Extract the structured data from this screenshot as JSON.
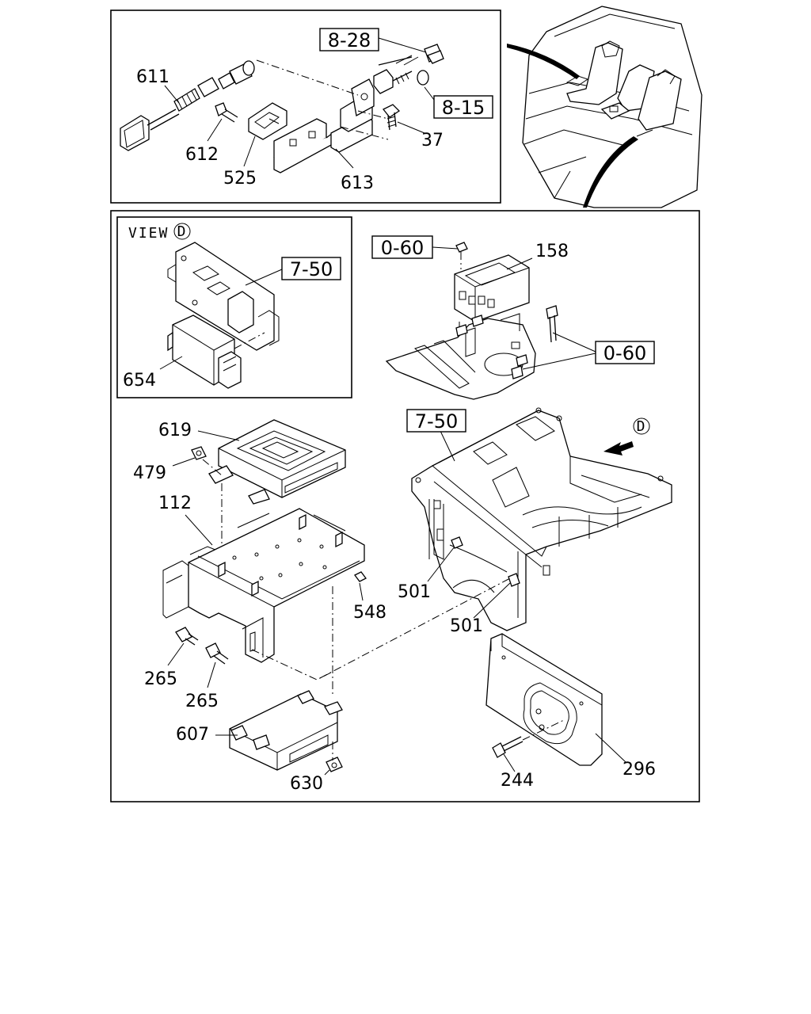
{
  "view_label": "VIEW",
  "view_marker": "D",
  "direction_marker": "D",
  "ref_boxes": {
    "top_8_28": "8-28",
    "top_8_15": "8-15",
    "view_7_50": "7-50",
    "upper_0_60": "0-60",
    "right_0_60": "0-60",
    "floor_7_50": "7-50"
  },
  "part_numbers": {
    "p611": "611",
    "p612": "612",
    "p525": "525",
    "p613": "613",
    "p37": "37",
    "p654": "654",
    "p158": "158",
    "p619": "619",
    "p479": "479",
    "p112": "112",
    "p548": "548",
    "p501a": "501",
    "p501b": "501",
    "p265a": "265",
    "p265b": "265",
    "p607": "607",
    "p630": "630",
    "p244": "244",
    "p296": "296"
  }
}
